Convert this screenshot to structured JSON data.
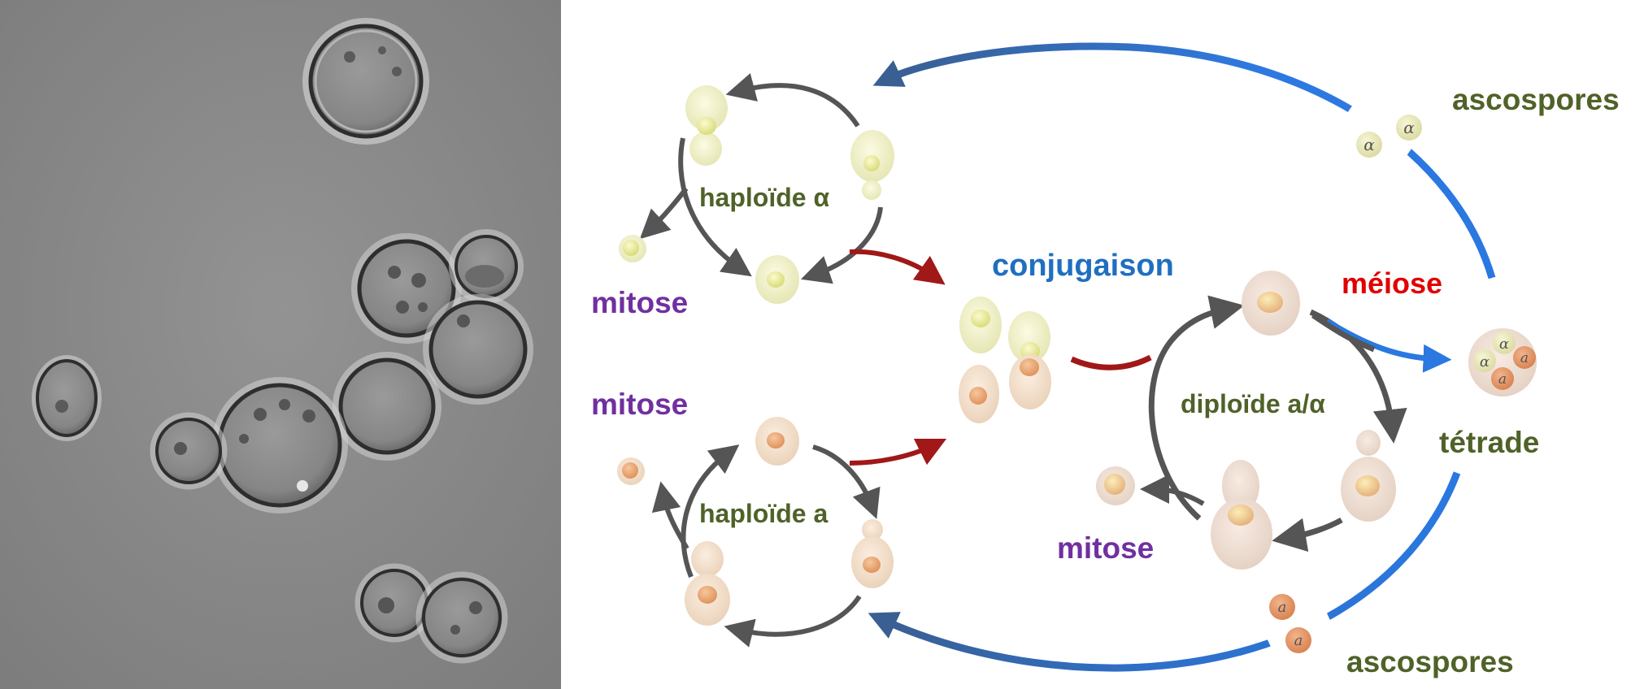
{
  "labels": {
    "haploid_alpha": "haploïde α",
    "haploid_a": "haploïde a",
    "diploid": "diploïde a/α",
    "conjugation": "conjugaison",
    "meiosis": "méiose",
    "tetrad": "tétrade",
    "ascospores_top": "ascospores",
    "ascospores_bottom": "ascospores",
    "mitosis_alpha": "mitose",
    "mitosis_a": "mitose",
    "mitosis_diploid": "mitose"
  },
  "spore_letters": {
    "alpha": "α",
    "a": "a"
  },
  "colors": {
    "label_green": "#4f6228",
    "label_purple": "#7030a0",
    "label_blue": "#1f6fc0",
    "label_red": "#e00000",
    "arrow_grey": "#555555",
    "arrow_red": "#a01818",
    "arrow_blue": "#2a78e0",
    "arrow_navy": "#3a5f92",
    "micrograph_bg": "#8a8a8a"
  }
}
